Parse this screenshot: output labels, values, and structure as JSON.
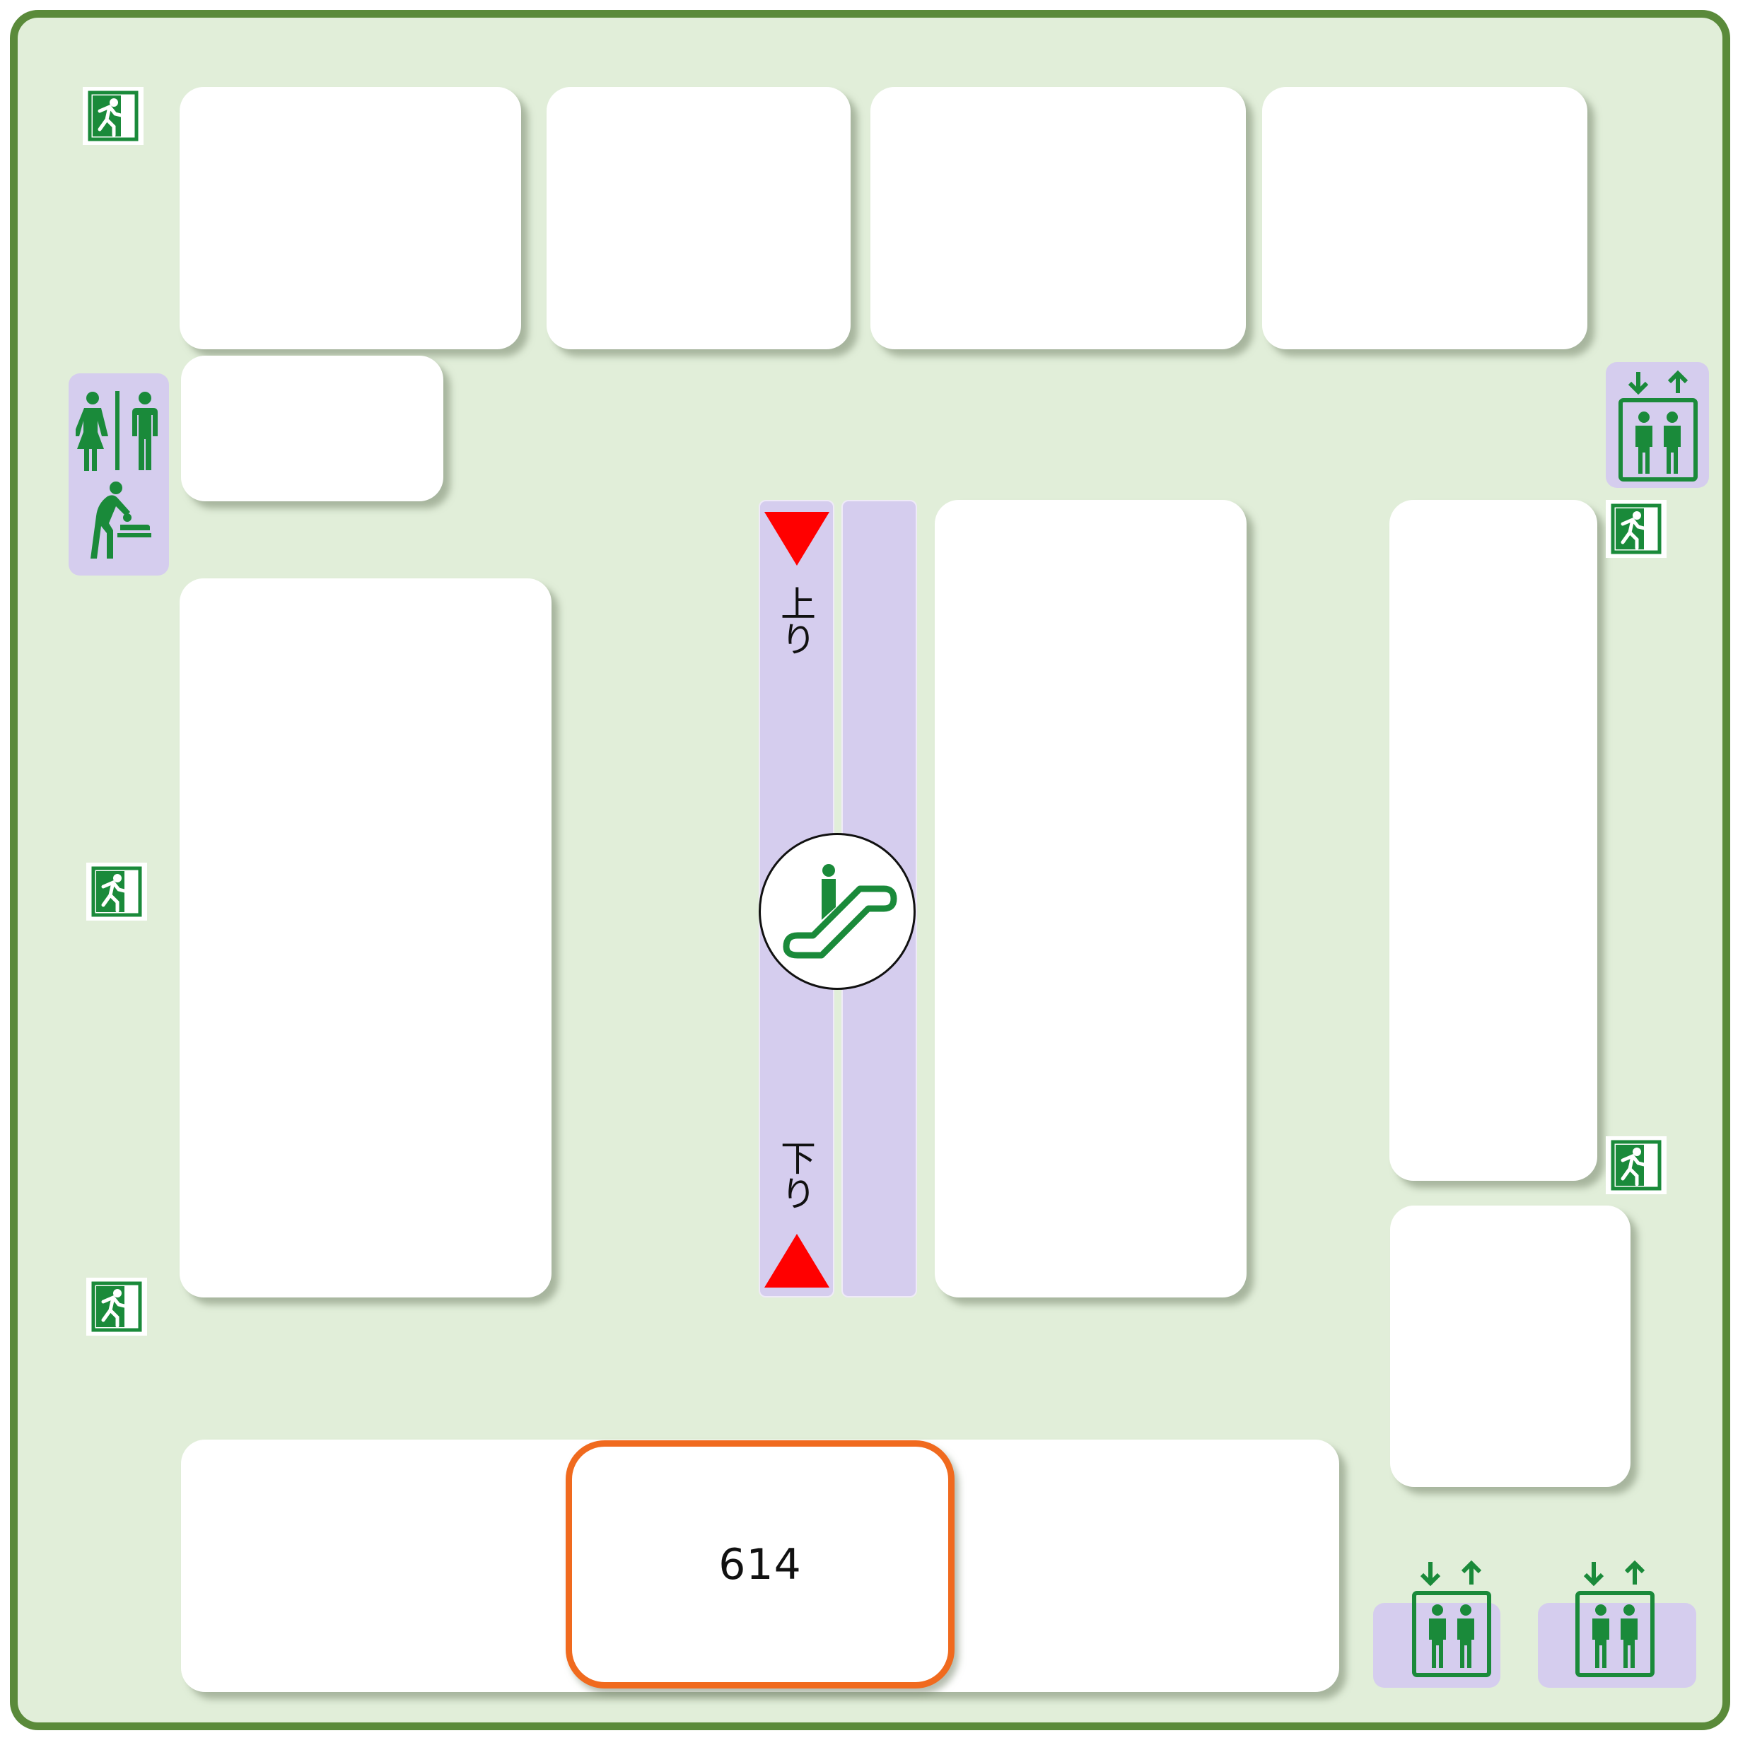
{
  "map": {
    "selected_shop": {
      "label": "614"
    },
    "escalator": {
      "up_label": "上り",
      "down_label": "下り"
    },
    "colors": {
      "floor": "#e1eed9",
      "border": "#5a8a3a",
      "shop": "#ffffff",
      "facility": "#d5cdee",
      "highlight": "#f06a1e",
      "icon_green": "#1a8a3a",
      "arrow_red": "#ff0000"
    },
    "icons": [
      "emergency-exit-icon",
      "restroom-icon",
      "baby-changing-icon",
      "elevator-icon",
      "escalator-icon"
    ]
  }
}
